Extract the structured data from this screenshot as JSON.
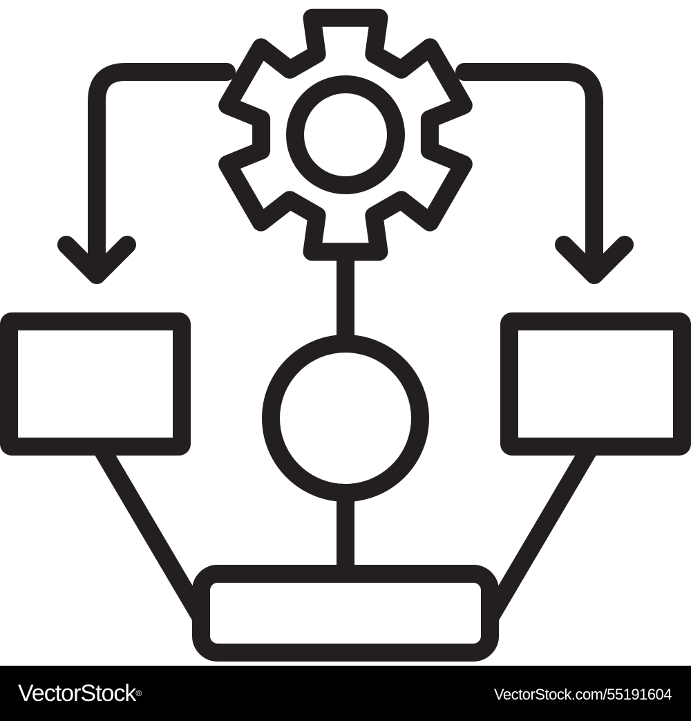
{
  "palette": {
    "stroke": "#231f20",
    "background": "#ffffff",
    "footer_background": "#000000",
    "footer_text": "#ffffff"
  },
  "diagram": {
    "icon": "workflow-process-icon",
    "elements": [
      "gear-icon",
      "left-arrow",
      "right-arrow",
      "left-box",
      "right-box",
      "center-circle",
      "bottom-box"
    ]
  },
  "footer": {
    "brand": "VectorStock",
    "brand_mark": "®",
    "image_id": "VectorStock.com/55191604"
  }
}
